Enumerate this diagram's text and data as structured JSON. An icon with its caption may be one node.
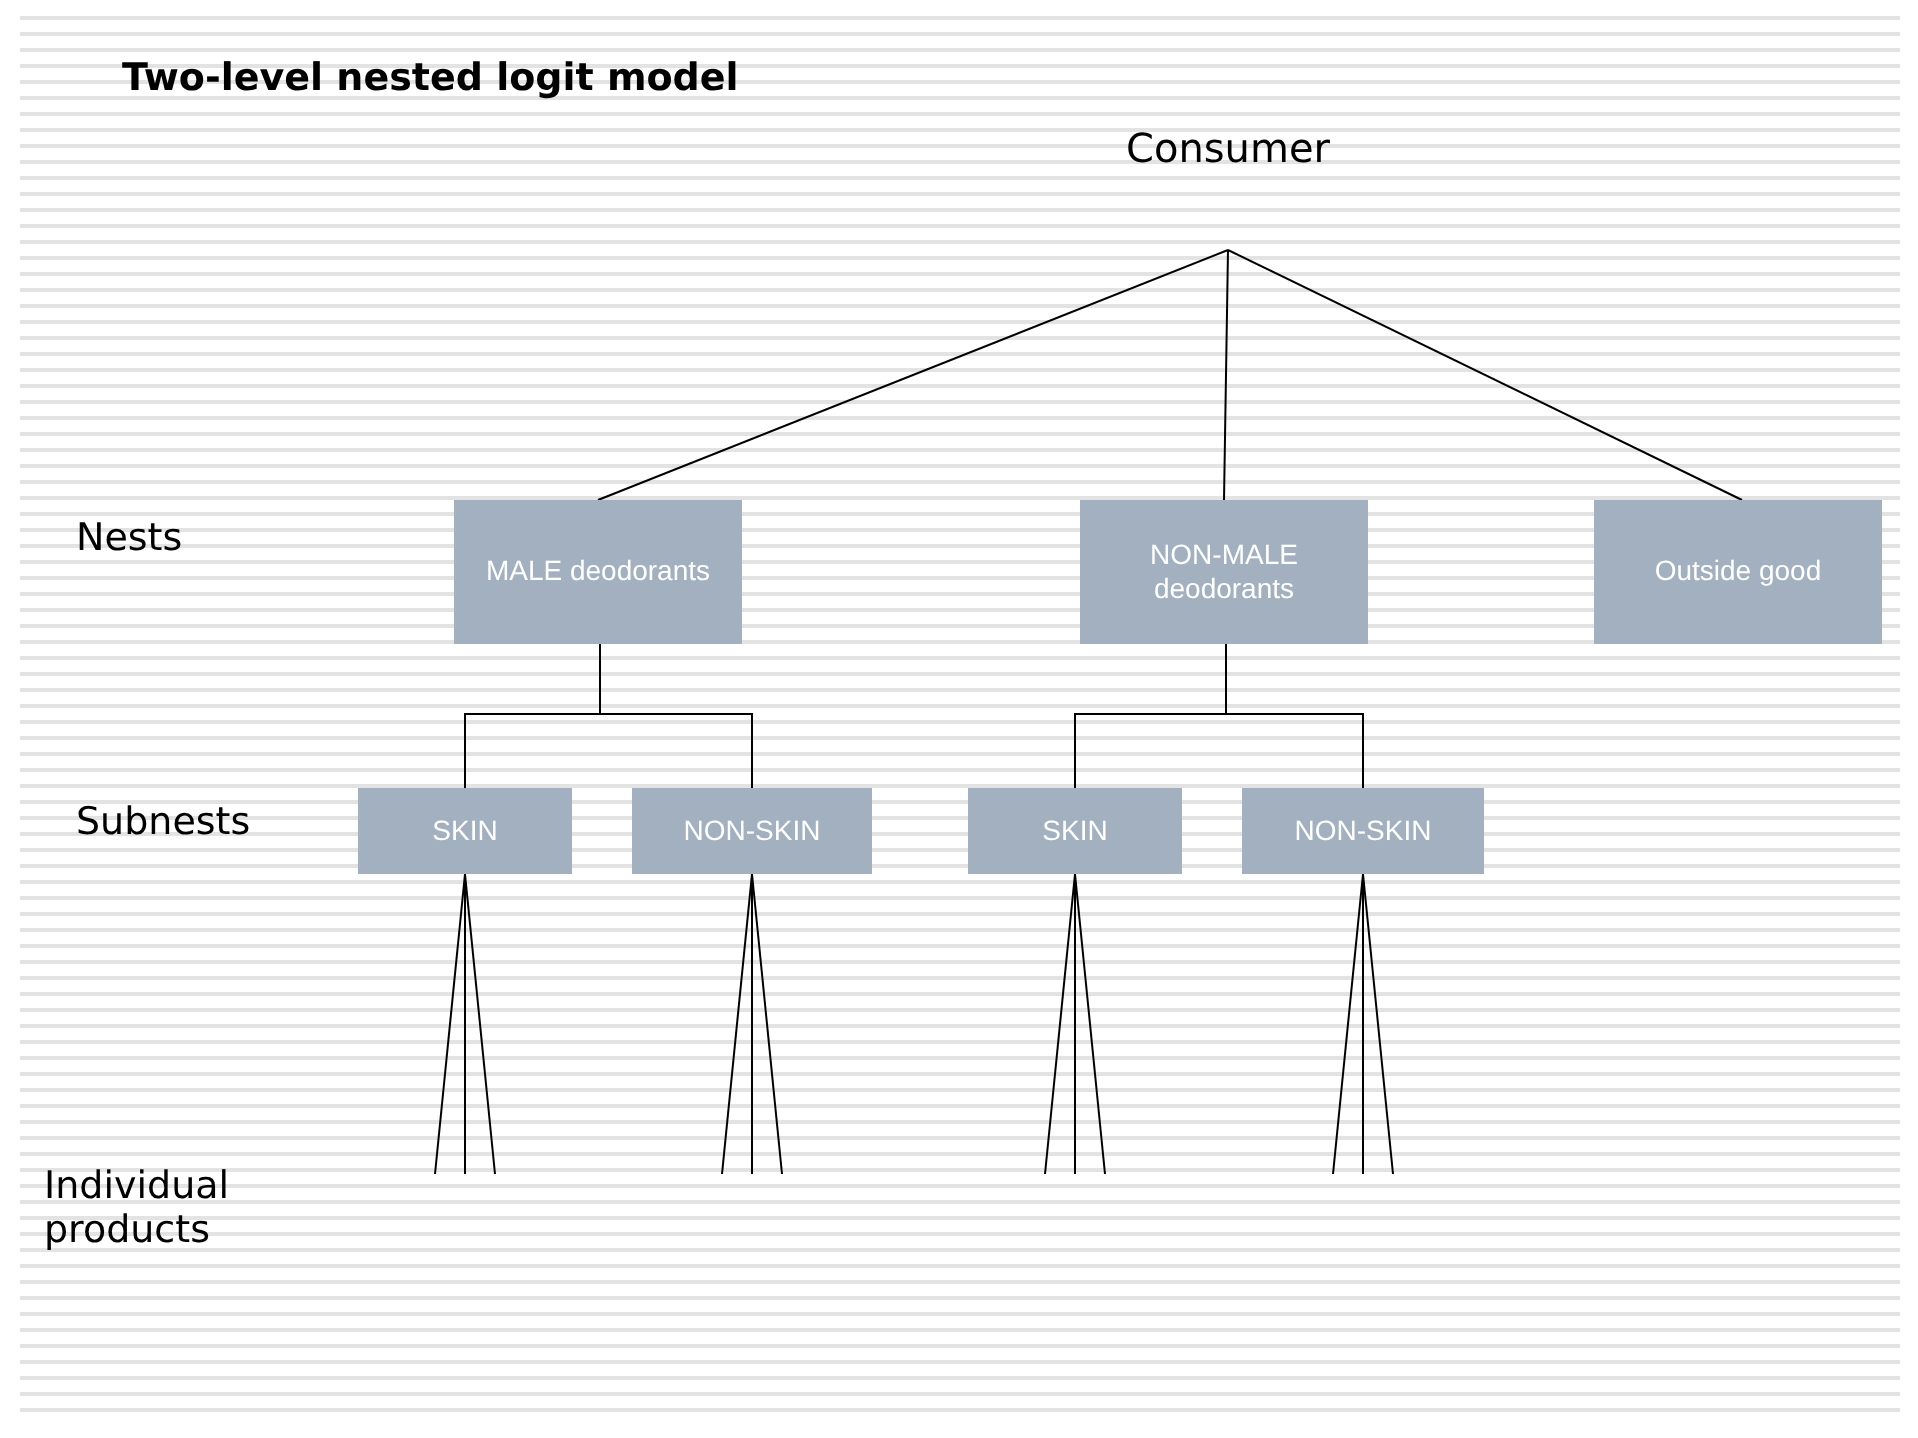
{
  "diagram": {
    "title": "Two-level nested logit model",
    "nodes": [
      {
        "text": [
          "Consumer"
        ]
      },
      {
        "text": [
          "MALE deodorants"
        ]
      },
      {
        "text": [
          "NON-MALE deodorants"
        ]
      },
      {
        "text": [
          "Outside good"
        ]
      },
      {
        "text": [
          "SKIN"
        ]
      },
      {
        "text": [
          "NON-SKIN"
        ]
      },
      {
        "text": [
          "SKIN"
        ]
      },
      {
        "text": [
          "NON-SKIN"
        ]
      }
    ],
    "edges": [
      {
        "from": 0,
        "to": 1,
        "arrow": "none"
      },
      {
        "from": 0,
        "to": 2,
        "arrow": "none"
      },
      {
        "from": 0,
        "to": 3,
        "arrow": "none"
      },
      {
        "from": 1,
        "to": 4,
        "arrow": "none"
      },
      {
        "from": 1,
        "to": 5,
        "arrow": "none"
      },
      {
        "from": 2,
        "to": 6,
        "arrow": "none"
      },
      {
        "from": 2,
        "to": 7,
        "arrow": "none"
      },
      {
        "from": 4,
        "to": null,
        "arrow": "none"
      },
      {
        "from": 4,
        "to": null,
        "arrow": "none"
      },
      {
        "from": 4,
        "to": null,
        "arrow": "none"
      },
      {
        "from": 5,
        "to": null,
        "arrow": "none"
      },
      {
        "from": 5,
        "to": null,
        "arrow": "none"
      },
      {
        "from": 5,
        "to": null,
        "arrow": "none"
      },
      {
        "from": 6,
        "to": null,
        "arrow": "none"
      },
      {
        "from": 6,
        "to": null,
        "arrow": "none"
      },
      {
        "from": 6,
        "to": null,
        "arrow": "none"
      },
      {
        "from": 7,
        "to": null,
        "arrow": "none"
      },
      {
        "from": 7,
        "to": null,
        "arrow": "none"
      },
      {
        "from": 7,
        "to": null,
        "arrow": "none"
      }
    ],
    "labels": [
      "Nests",
      "Subnests",
      "Individual products"
    ]
  }
}
